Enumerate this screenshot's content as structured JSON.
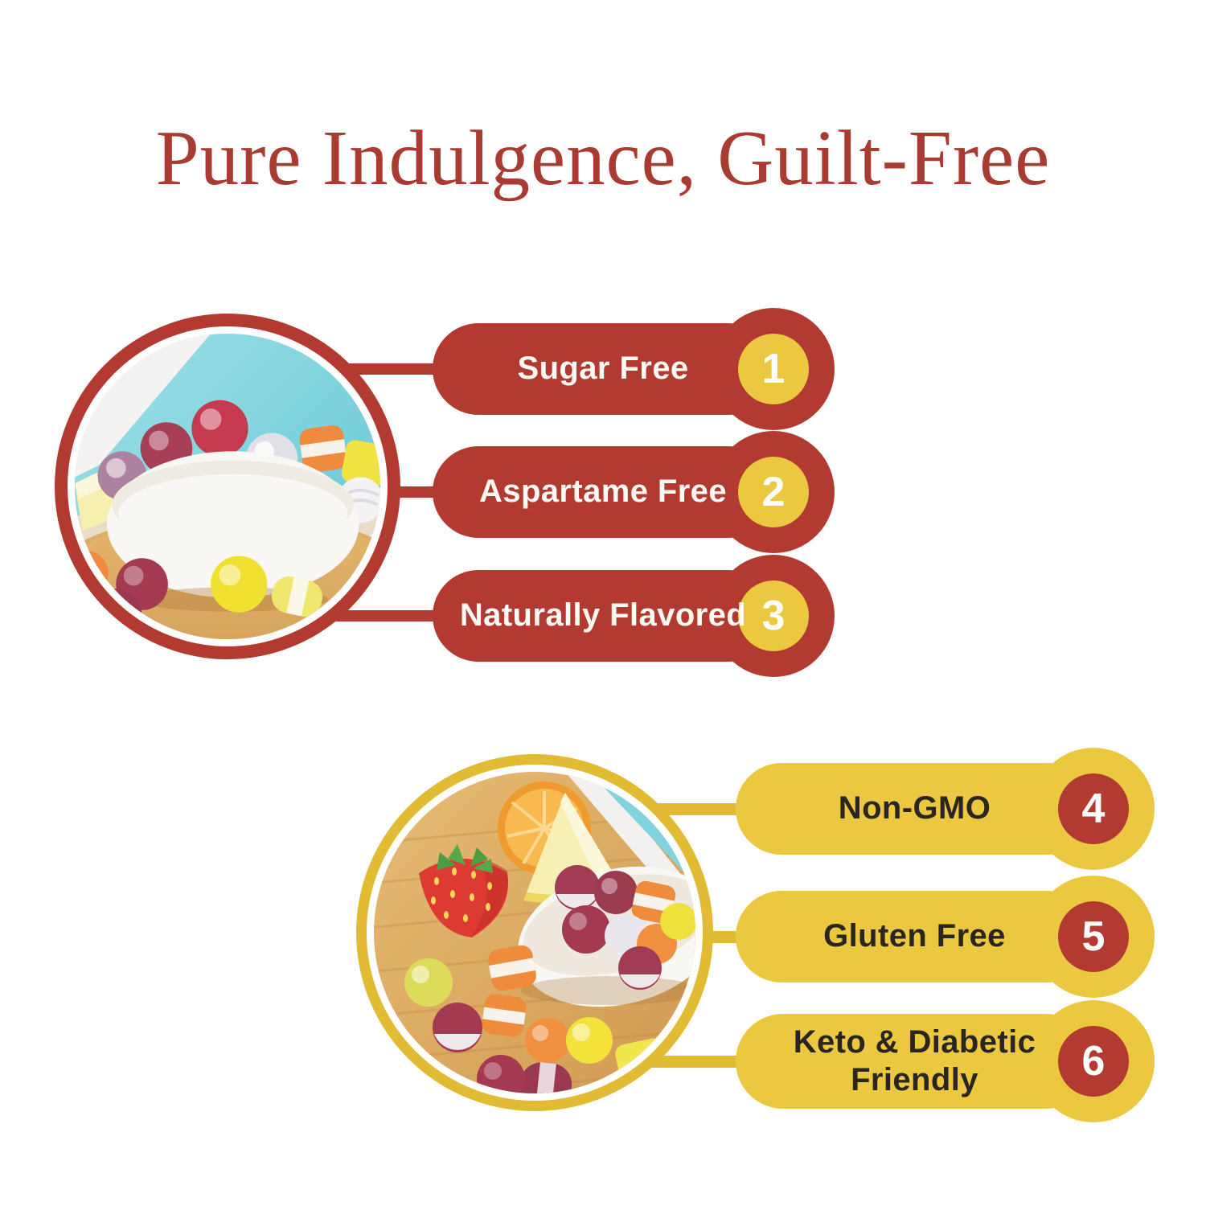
{
  "title": {
    "text": "Pure Indulgence, Guilt-Free"
  },
  "colors": {
    "title_red": "#A93B31",
    "brick_red": "#B23A31",
    "gold_ring": "#E2BB34",
    "pill_gold": "#E8C53F",
    "badge_gold": "#EBC83F",
    "dark_text": "#2B2520",
    "white": "#FFFFFF"
  },
  "sections": [
    {
      "id": "top",
      "accent": "#B23A31",
      "badge_color": "#EBC83F",
      "photo": "bowl-of-assorted-sugar-free-hard-candies",
      "items": [
        {
          "number": "1",
          "label": "Sugar Free"
        },
        {
          "number": "2",
          "label": "Aspartame Free"
        },
        {
          "number": "3",
          "label": "Naturally Flavored"
        }
      ]
    },
    {
      "id": "bottom",
      "accent": "#E8C53F",
      "badge_color": "#B23A31",
      "photo": "hard-candies-with-strawberry-lemon-orange-on-board",
      "items": [
        {
          "number": "4",
          "label": "Non-GMO"
        },
        {
          "number": "5",
          "label": "Gluten Free"
        },
        {
          "number": "6",
          "label": "Keto & Diabetic Friendly"
        }
      ]
    }
  ]
}
